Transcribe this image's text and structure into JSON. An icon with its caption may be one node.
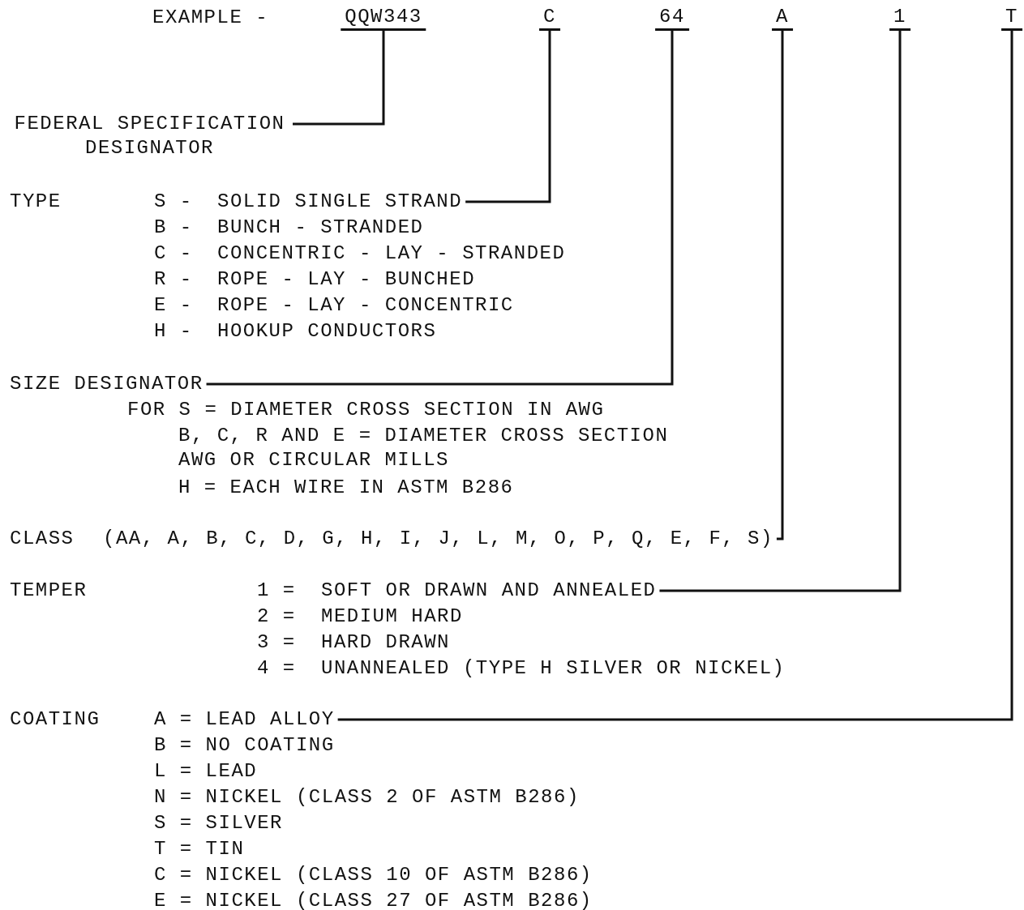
{
  "diagram": {
    "nodes": [
      {
        "text": [
          "QQW343"
        ]
      },
      {
        "text": [
          "C"
        ]
      },
      {
        "text": [
          "64"
        ]
      },
      {
        "text": [
          "A"
        ]
      },
      {
        "text": [
          "1"
        ]
      },
      {
        "text": [
          "T"
        ]
      },
      {
        "text": [
          "FEDERAL SPECIFICATION DESIGNATOR"
        ]
      },
      {
        "text": [
          "S -",
          "SOLID SINGLE STRAND"
        ]
      },
      {
        "text": [
          "SIZE DESIGNATOR"
        ]
      },
      {
        "text": [
          "CLASS",
          "(AA, A, B, C, D, G, H, I, J, L, M, O, P, Q, E, F, S)"
        ]
      },
      {
        "text": [
          "1 =",
          "SOFT OR DRAWN AND ANNEALED"
        ]
      },
      {
        "text": [
          "A = LEAD ALLOY"
        ]
      }
    ],
    "edges": [
      {
        "from": 6,
        "to": 0,
        "arrow": "none"
      },
      {
        "from": 7,
        "to": 1,
        "arrow": "none"
      },
      {
        "from": 8,
        "to": 2,
        "arrow": "none"
      },
      {
        "from": 9,
        "to": 3,
        "arrow": "none"
      },
      {
        "from": 10,
        "to": 4,
        "arrow": "none"
      },
      {
        "from": 11,
        "to": 5,
        "arrow": "none"
      }
    ],
    "labels": [
      "EXAMPLE -",
      "TYPE",
      "B -",
      "BUNCH - STRANDED",
      "C -",
      "CONCENTRIC - LAY - STRANDED",
      "R -",
      "ROPE - LAY - BUNCHED",
      "E -",
      "ROPE - LAY - CONCENTRIC",
      "H -",
      "HOOKUP CONDUCTORS",
      "FOR S = DIAMETER CROSS SECTION IN AWG",
      "B, C, R AND E = DIAMETER CROSS SECTION AWG OR CIRCULAR MILLS",
      "H = EACH WIRE IN ASTM B286",
      "TEMPER",
      "2 =",
      "MEDIUM HARD",
      "3 =",
      "HARD DRAWN",
      "4 =",
      "UNANNEALED (TYPE H SILVER OR NICKEL)",
      "COATING",
      "B = NO COATING",
      "L = LEAD",
      "N = NICKEL (CLASS 2 OF ASTM B286)",
      "S = SILVER",
      "T = TIN",
      "C = NICKEL (CLASS 10 OF ASTM B286)",
      "E = NICKEL (CLASS 27 OF ASTM B286)"
    ]
  }
}
